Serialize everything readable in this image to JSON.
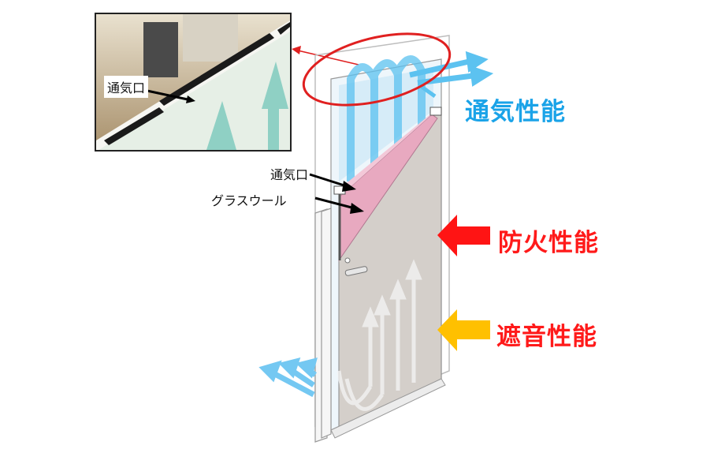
{
  "diagram": {
    "inset_photo": {
      "label": "通気口"
    },
    "callouts": {
      "vent": "通気口",
      "glass_wool": "グラスウール"
    },
    "features": [
      {
        "label": "通気性能",
        "color": "#1aa3e8",
        "arrow": "none"
      },
      {
        "label": "防火性能",
        "color": "#ff1a1a",
        "arrow_color": "#ff1414"
      },
      {
        "label": "遮音性能",
        "color": "#ff1a1a",
        "arrow_color": "#ffc000"
      }
    ],
    "colors": {
      "ellipse": "#e02020",
      "airflow": "#5cc2f0",
      "glass_wool": "#e8a9c0",
      "panel": "#d4cfca",
      "frame": "#f0f0f0"
    }
  }
}
